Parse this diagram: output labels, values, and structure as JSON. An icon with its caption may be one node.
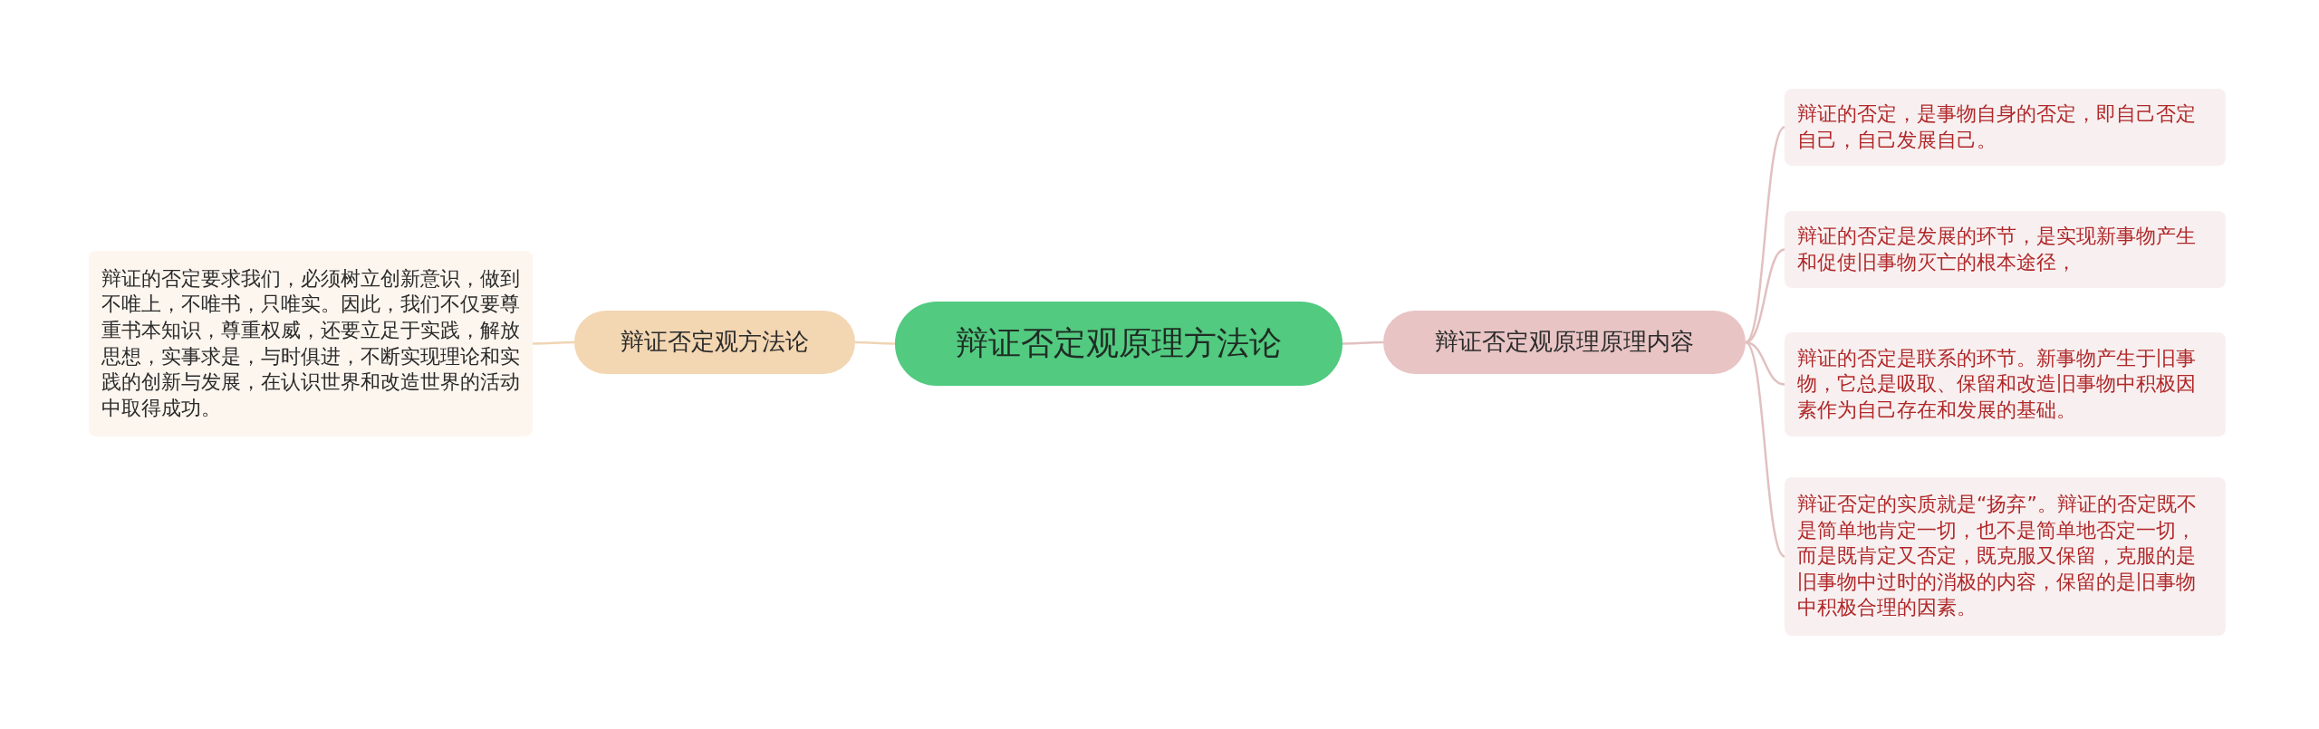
{
  "diagram": {
    "nodes": [
      {
        "text": [
          "辩证否定观原理方法论"
        ]
      },
      {
        "text": [
          "辩证否定观方法论"
        ]
      },
      {
        "text": [
          "辩证的否定要求我们，必须树立创新意识，做到不唯上，不唯书，只唯实。因此，我们不仅要尊重书本知识，尊重权威，还要立足于实践，解放思想，实事求是，与时俱进，不断实现理论和实践的创新与发展，在认识世界和改造世界的活动中取得成功。"
        ]
      },
      {
        "text": [
          "辩证否定观原理原理内容"
        ]
      },
      {
        "text": [
          "辩证的否定，是事物自身的否定，即自己否定自己，自己发展自己。"
        ]
      },
      {
        "text": [
          "辩证的否定是发展的环节，是实现新事物产生和促使旧事物灭亡的根本途径，"
        ]
      },
      {
        "text": [
          "辩证的否定是联系的环节。新事物产生于旧事物，它总是吸取、保留和改造旧事物中积极因素作为自己存在和发展的基础。"
        ]
      },
      {
        "text": [
          "辩证否定的实质就是“扬弃”。辩证的否定既不是简单地肯定一切，也不是简单地否定一切，而是既肯定又否定，既克服又保留，克服的是旧事物中过时的消极的内容，保留的是旧事物中积极合理的因素。"
        ]
      }
    ],
    "edges": [
      {
        "from": 0,
        "to": 1,
        "arrow": "none",
        "color": "#f0d4b4"
      },
      {
        "from": 1,
        "to": 2,
        "arrow": "none",
        "color": "#f0d4b4"
      },
      {
        "from": 0,
        "to": 3,
        "arrow": "none"
      },
      {
        "from": 3,
        "to": 4,
        "arrow": "none"
      },
      {
        "from": 3,
        "to": 5,
        "arrow": "none"
      },
      {
        "from": 3,
        "to": 6,
        "arrow": "none"
      },
      {
        "from": 3,
        "to": 7,
        "arrow": "none"
      }
    ]
  }
}
